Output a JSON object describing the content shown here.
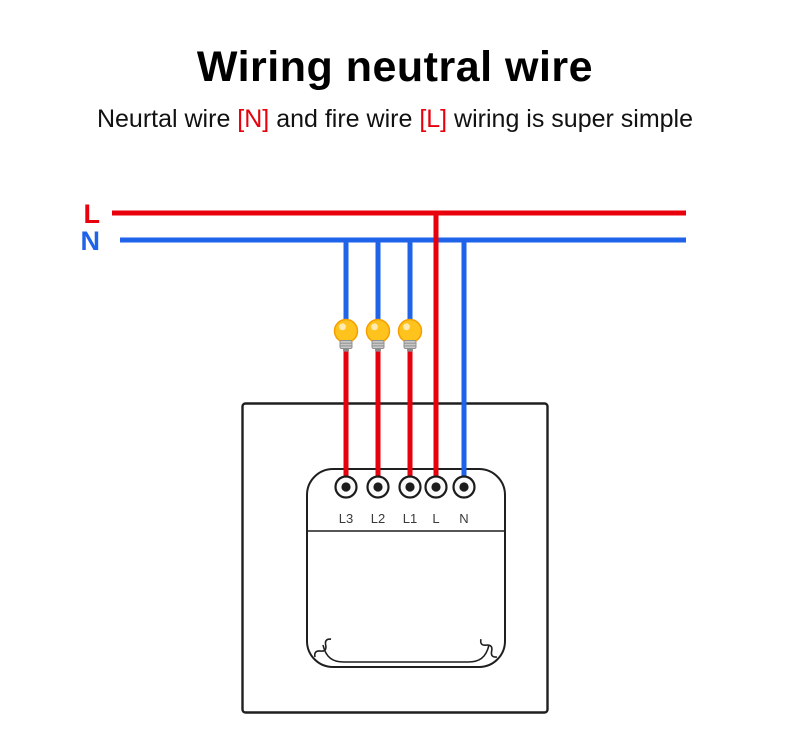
{
  "header": {
    "title": "Wiring neutral wire",
    "subtitle": [
      {
        "text": "Neurtal wire ",
        "color": "default"
      },
      {
        "text": "[N]",
        "color": "red"
      },
      {
        "text": " and fire wire ",
        "color": "default"
      },
      {
        "text": "[L]",
        "color": "red"
      },
      {
        "text": " wiring is super simple",
        "color": "default"
      }
    ]
  },
  "diagram": {
    "live_wire_label": "L",
    "neutral_wire_label": "N",
    "terminal_labels": [
      "L3",
      "L2",
      "L1",
      "L",
      "N"
    ],
    "bulb_count": 3,
    "colors": {
      "live": "#e8000d",
      "neutral": "#1e63e9",
      "bulb": "#ffc31e",
      "outline": "#1f1f1f"
    }
  }
}
